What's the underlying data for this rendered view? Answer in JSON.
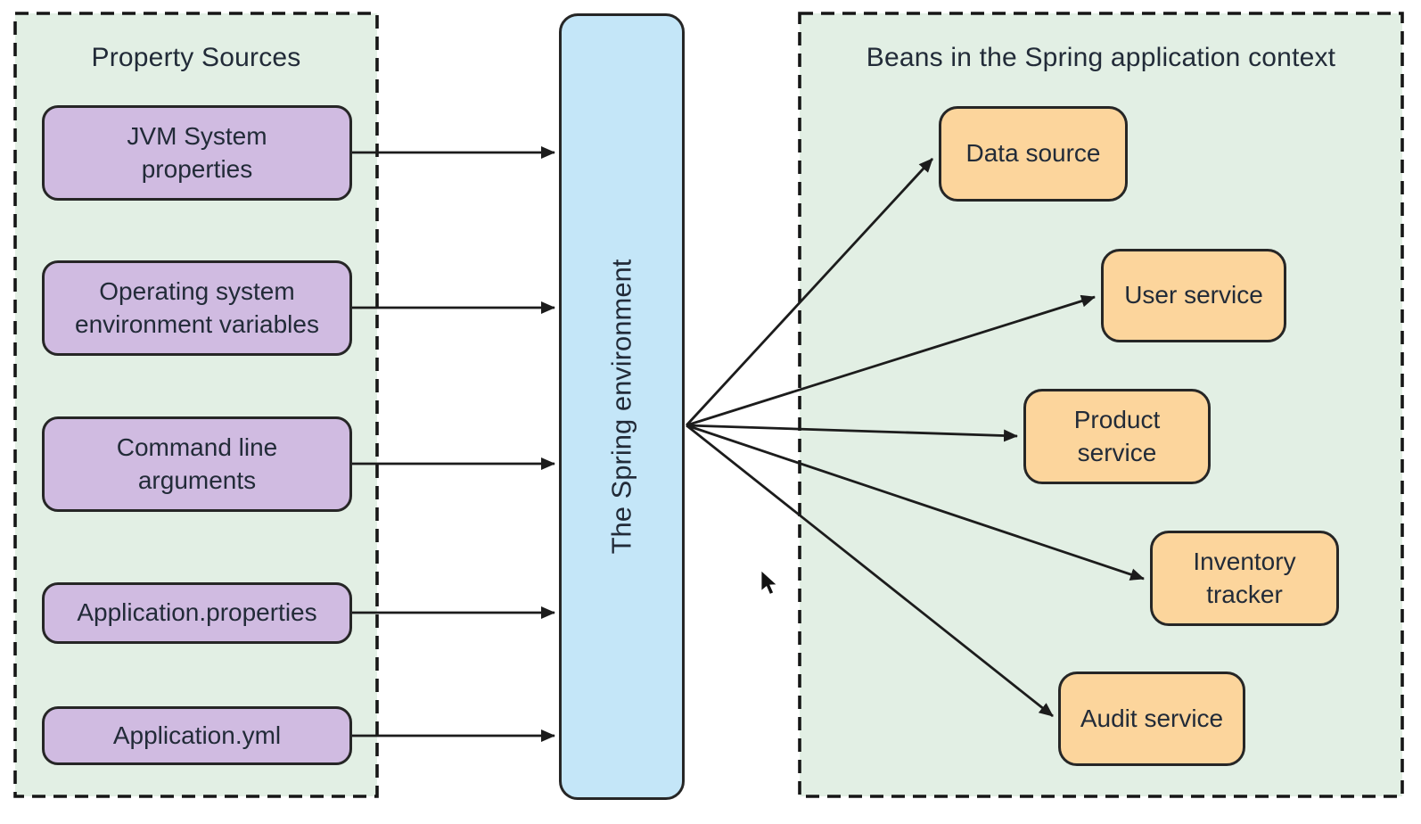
{
  "diagram": {
    "kind": "flow-diagram",
    "left_panel": {
      "title": "Property Sources",
      "bg_color": "#e2efe4",
      "boxes": [
        {
          "id": "jvm-system-properties",
          "label": "JVM System\nproperties"
        },
        {
          "id": "os-environment-variables",
          "label": "Operating system\nenvironment variables"
        },
        {
          "id": "command-line-arguments",
          "label": "Command line\narguments"
        },
        {
          "id": "application-properties",
          "label": "Application.properties"
        },
        {
          "id": "application-yml",
          "label": "Application.yml"
        }
      ]
    },
    "environment_box": {
      "id": "spring-environment",
      "label": "The Spring environment",
      "bg_color": "#c4e6f8"
    },
    "right_panel": {
      "title": "Beans in the Spring application context",
      "bg_color": "#e2efe4",
      "boxes": [
        {
          "id": "data-source",
          "label": "Data source"
        },
        {
          "id": "user-service",
          "label": "User service"
        },
        {
          "id": "product-service",
          "label": "Product\nservice"
        },
        {
          "id": "inventory-tracker",
          "label": "Inventory\ntracker"
        },
        {
          "id": "audit-service",
          "label": "Audit service"
        }
      ]
    },
    "edges": [
      {
        "from": "jvm-system-properties",
        "to": "spring-environment"
      },
      {
        "from": "os-environment-variables",
        "to": "spring-environment"
      },
      {
        "from": "command-line-arguments",
        "to": "spring-environment"
      },
      {
        "from": "application-properties",
        "to": "spring-environment"
      },
      {
        "from": "application-yml",
        "to": "spring-environment"
      },
      {
        "from": "spring-environment",
        "to": "data-source"
      },
      {
        "from": "spring-environment",
        "to": "user-service"
      },
      {
        "from": "spring-environment",
        "to": "product-service"
      },
      {
        "from": "spring-environment",
        "to": "inventory-tracker"
      },
      {
        "from": "spring-environment",
        "to": "audit-service"
      }
    ],
    "colors": {
      "source_box_fill": "#d0bbe1",
      "bean_box_fill": "#fcd59c",
      "environment_fill": "#c4e6f8",
      "panel_fill": "#e2efe4",
      "stroke": "#1c1c1c",
      "text": "#222b38"
    },
    "cursor": "mouse-pointer"
  }
}
